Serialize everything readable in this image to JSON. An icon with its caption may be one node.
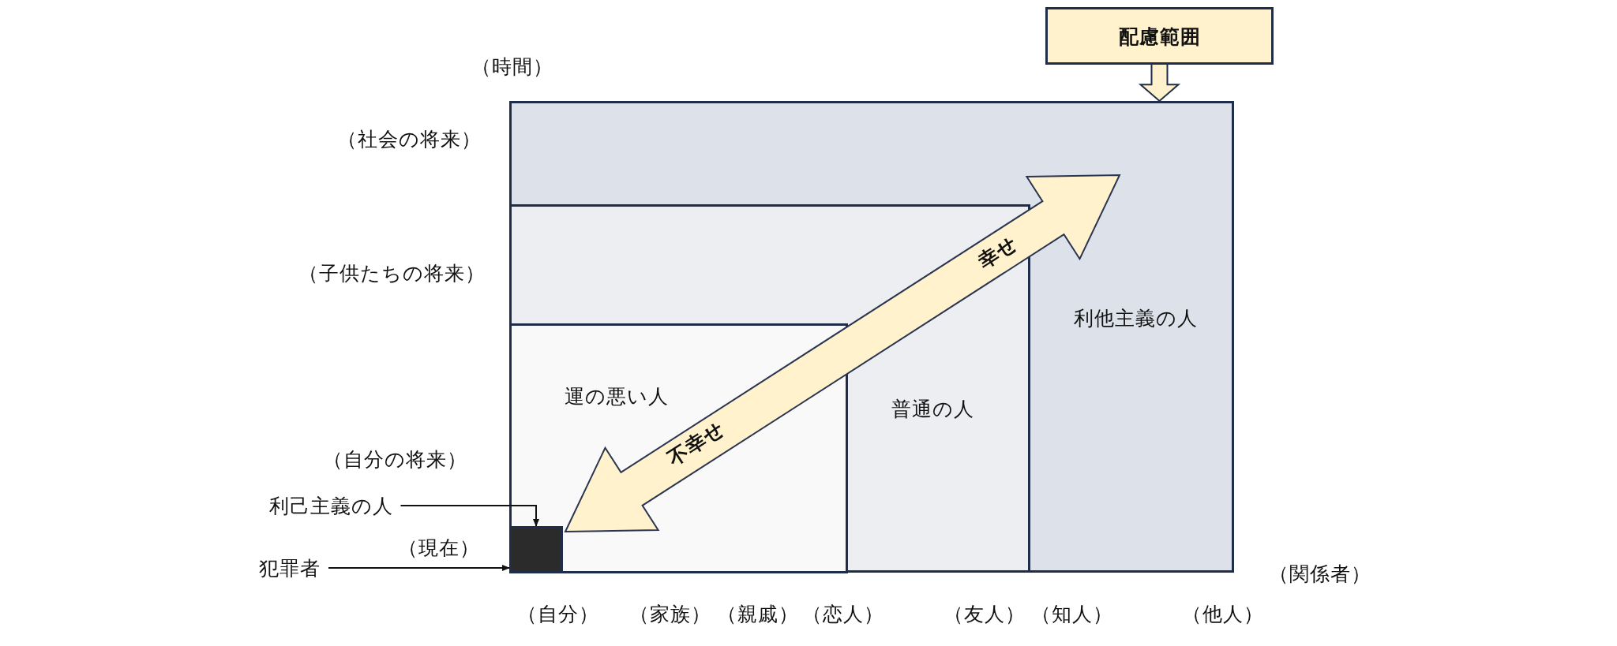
{
  "diagram": {
    "nodes": [
      {
        "text": [
          "配慮範囲"
        ]
      },
      {
        "text": [
          "利他主義の人"
        ]
      },
      {
        "text": [
          "普通の人"
        ],
        "in": 1
      },
      {
        "text": [
          "運の悪い人"
        ],
        "in": 2
      },
      {
        "text": [],
        "shape": "box",
        "in": 3
      },
      {
        "text": [
          "利己主義の人"
        ]
      },
      {
        "text": [
          "犯罪者"
        ]
      }
    ],
    "edges": [
      {
        "from": 0,
        "to": 1,
        "arrow": "to"
      },
      {
        "from": 5,
        "to": 4,
        "arrow": "to"
      },
      {
        "from": 6,
        "to": 4,
        "arrow": "to"
      }
    ],
    "labels": [
      "（時間）",
      "（社会の将来）",
      "幸せ",
      "（子供たちの将来）",
      "不幸せ",
      "（自分の将来）",
      "（現在）",
      "（関係者）",
      "（自分）",
      "（家族）",
      "（親戚）",
      "（恋人）",
      "（友人）",
      "（知人）",
      "（他人）"
    ]
  }
}
